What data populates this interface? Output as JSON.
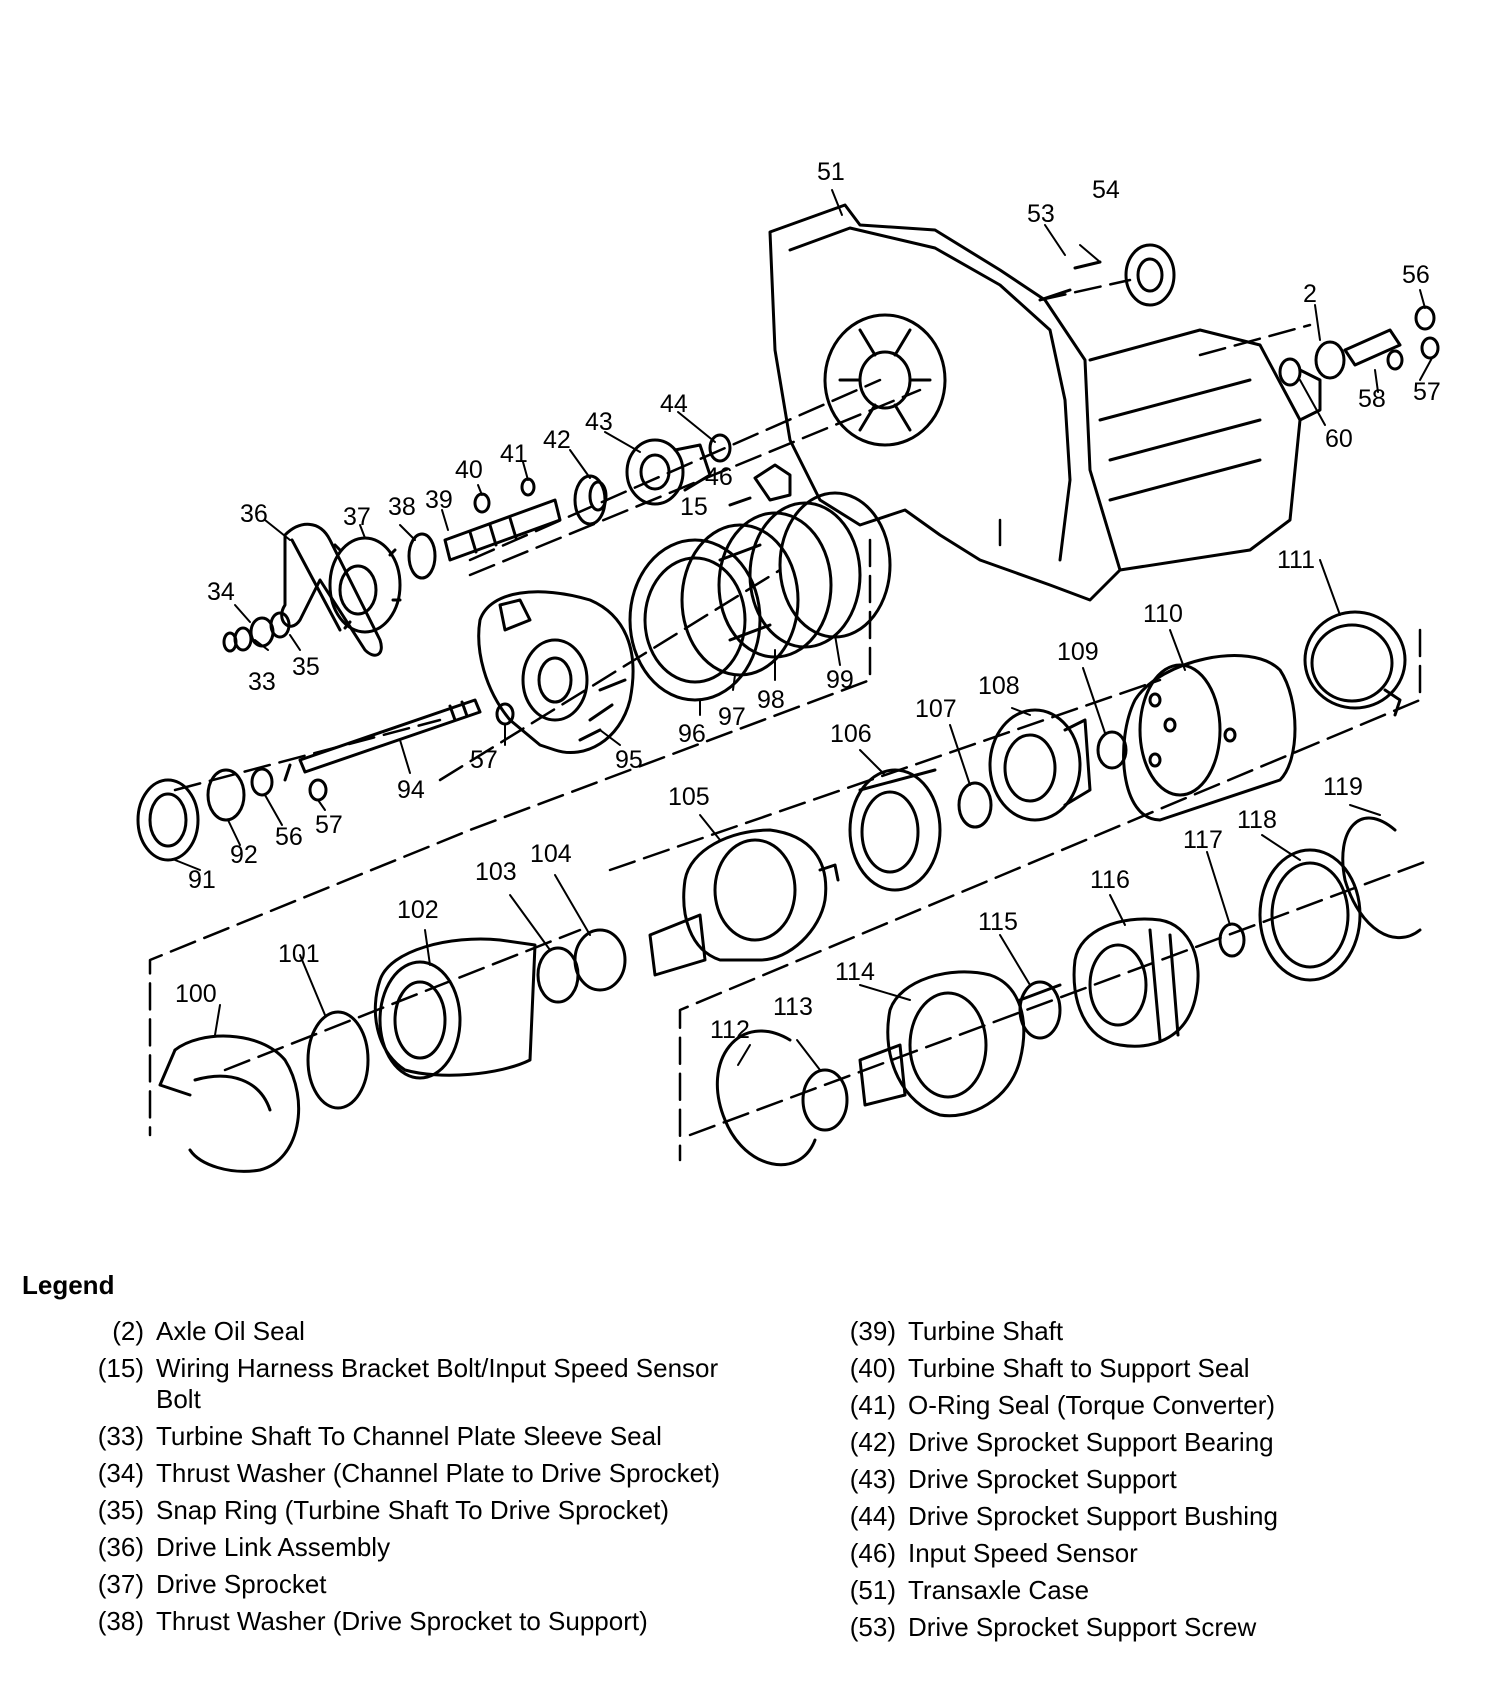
{
  "callouts": [
    "51",
    "53",
    "54",
    "56",
    "2",
    "58",
    "57",
    "60",
    "44",
    "43",
    "42",
    "41",
    "40",
    "46",
    "15",
    "36",
    "37",
    "38",
    "39",
    "34",
    "33",
    "35",
    "111",
    "110",
    "109",
    "108",
    "107",
    "106",
    "105",
    "104",
    "103",
    "102",
    "101",
    "100",
    "96",
    "97",
    "98",
    "99",
    "95",
    "57",
    "94",
    "91",
    "92",
    "56",
    "57",
    "119",
    "118",
    "117",
    "116",
    "115",
    "114",
    "113",
    "112"
  ],
  "legend": {
    "title": "Legend",
    "left": [
      {
        "num": "(2)",
        "text": "Axle Oil Seal"
      },
      {
        "num": "(15)",
        "text": "Wiring Harness Bracket Bolt/Input Speed Sensor Bolt"
      },
      {
        "num": "(33)",
        "text": "Turbine Shaft To Channel Plate Sleeve Seal"
      },
      {
        "num": "(34)",
        "text": "Thrust Washer (Channel Plate to Drive Sprocket)"
      },
      {
        "num": "(35)",
        "text": "Snap Ring (Turbine Shaft To Drive Sprocket)"
      },
      {
        "num": "(36)",
        "text": "Drive Link Assembly"
      },
      {
        "num": "(37)",
        "text": "Drive Sprocket"
      },
      {
        "num": "(38)",
        "text": "Thrust Washer (Drive Sprocket to Support)"
      }
    ],
    "right": [
      {
        "num": "(39)",
        "text": "Turbine Shaft"
      },
      {
        "num": "(40)",
        "text": "Turbine Shaft to Support Seal"
      },
      {
        "num": "(41)",
        "text": "O-Ring Seal (Torque Converter)"
      },
      {
        "num": "(42)",
        "text": "Drive Sprocket Support Bearing"
      },
      {
        "num": "(43)",
        "text": "Drive Sprocket Support"
      },
      {
        "num": "(44)",
        "text": "Drive Sprocket Support Bushing"
      },
      {
        "num": "(46)",
        "text": "Input Speed Sensor"
      },
      {
        "num": "(51)",
        "text": "Transaxle Case"
      },
      {
        "num": "(53)",
        "text": "Drive Sprocket Support Screw"
      }
    ]
  }
}
